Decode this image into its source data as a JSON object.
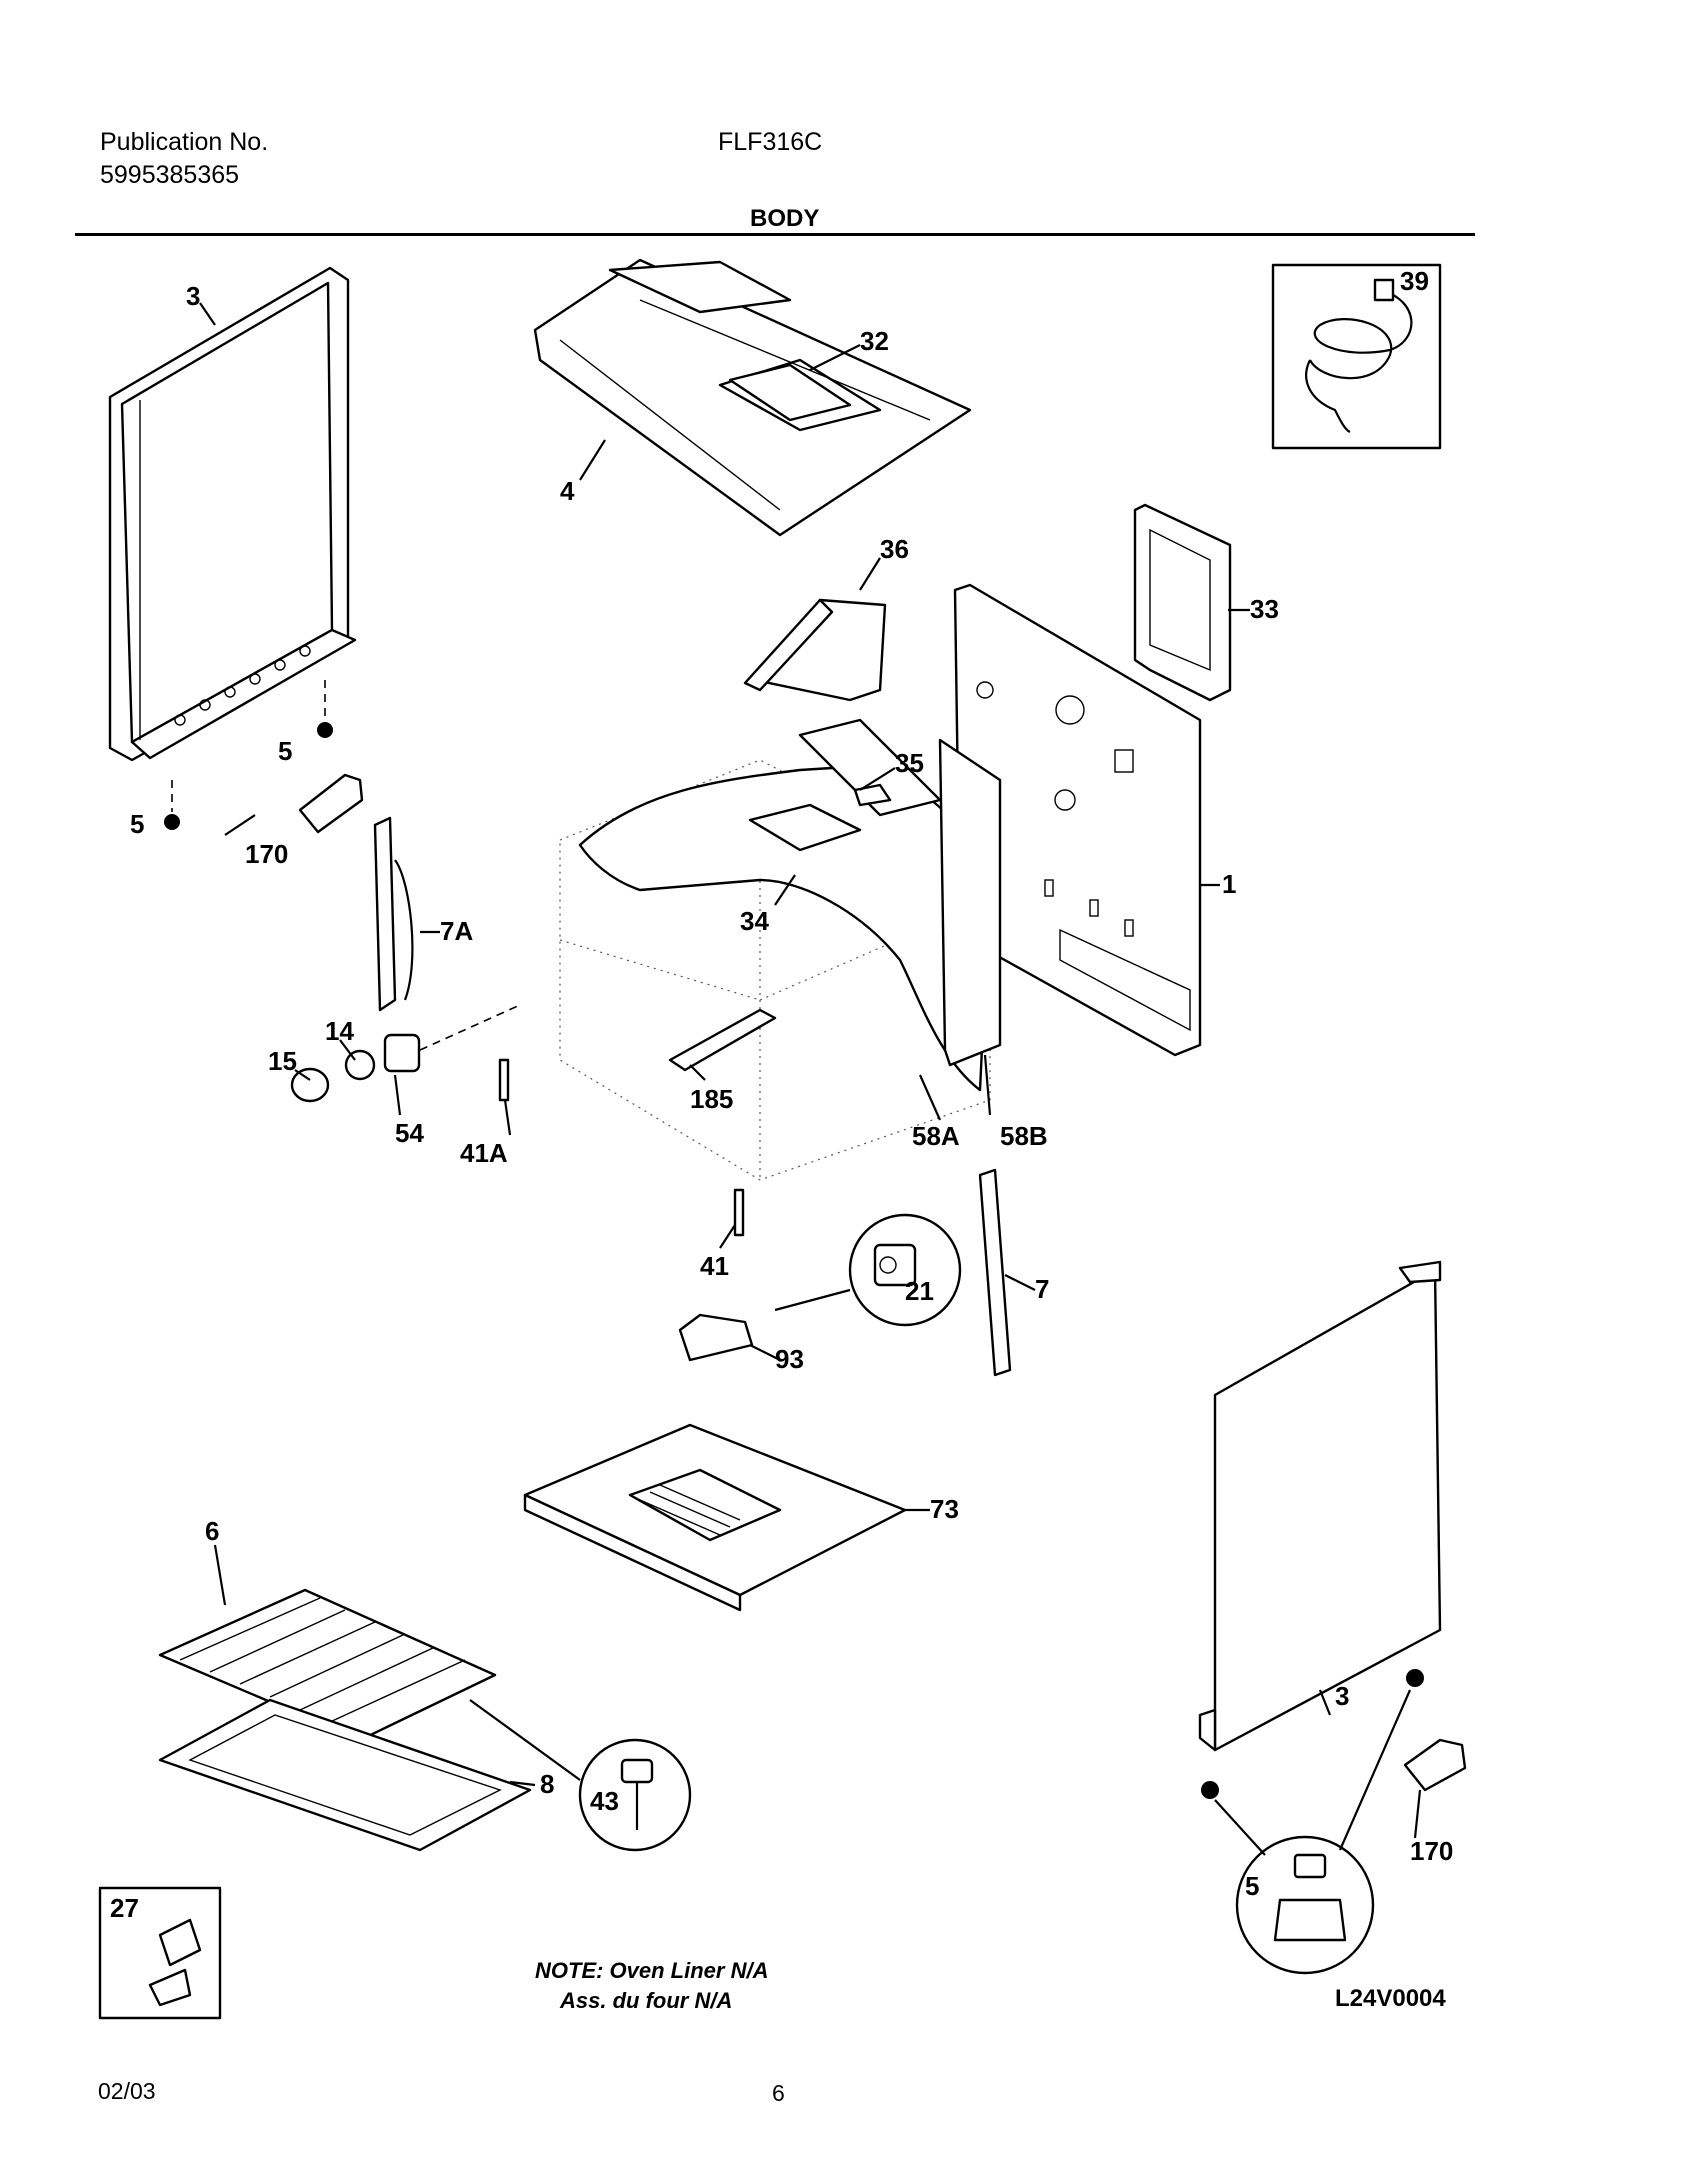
{
  "header": {
    "publication_label": "Publication No.",
    "publication_number": "5995385365",
    "model": "FLF316C",
    "section": "BODY"
  },
  "labels": {
    "p3_top": "3",
    "p4": "4",
    "p32": "32",
    "p39": "39",
    "p36": "36",
    "p33": "33",
    "p5_a": "5",
    "p5_b": "5",
    "p170_left": "170",
    "p35": "35",
    "p7A": "7A",
    "p34": "34",
    "p1": "1",
    "p14": "14",
    "p15": "15",
    "p54": "54",
    "p185": "185",
    "p41A": "41A",
    "p58A": "58A",
    "p58B": "58B",
    "p41": "41",
    "p21": "21",
    "p7": "7",
    "p93": "93",
    "p73": "73",
    "p6": "6",
    "p8": "8",
    "p43": "43",
    "p3_right": "3",
    "p170_right": "170",
    "p5_detail": "5",
    "p27": "27"
  },
  "note": {
    "line1": "NOTE: Oven Liner N/A",
    "line2": "Ass. du four N/A"
  },
  "drawing_code": "L24V0004",
  "footer": {
    "date": "02/03",
    "page": "6"
  }
}
